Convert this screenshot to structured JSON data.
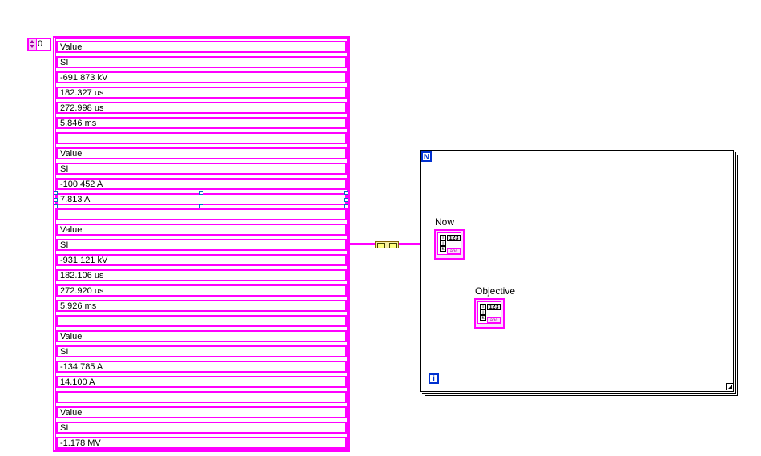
{
  "index_control": {
    "value": "0"
  },
  "array_cells": [
    "Value",
    "SI",
    "-691.873 kV",
    "182.327 us",
    "272.998 us",
    "5.846 ms",
    "",
    "Value",
    "SI",
    "-100.452 A",
    "7.813 A",
    "",
    "Value",
    "SI",
    "-931.121 kV",
    "182.106 us",
    "272.920 us",
    "5.926 ms",
    "",
    "Value",
    "SI",
    "-134.785 A",
    "14.100 A",
    "",
    "Value",
    "SI",
    " -1.178 MV"
  ],
  "for_loop": {
    "count_terminal": "N",
    "iteration_terminal": "i"
  },
  "indicators": {
    "now": {
      "label": "Now",
      "num_glyph": "123",
      "str_glyph": "abc",
      "slots": [
        "i",
        "j",
        "k"
      ]
    },
    "objective": {
      "label": "Objective",
      "num_glyph": "123",
      "str_glyph": "abc",
      "slots": [
        "i",
        "j",
        "k"
      ]
    }
  },
  "colors": {
    "string_wire": "#ff00ff",
    "loop_terminal": "#0030d0",
    "background": "#ffffff"
  }
}
